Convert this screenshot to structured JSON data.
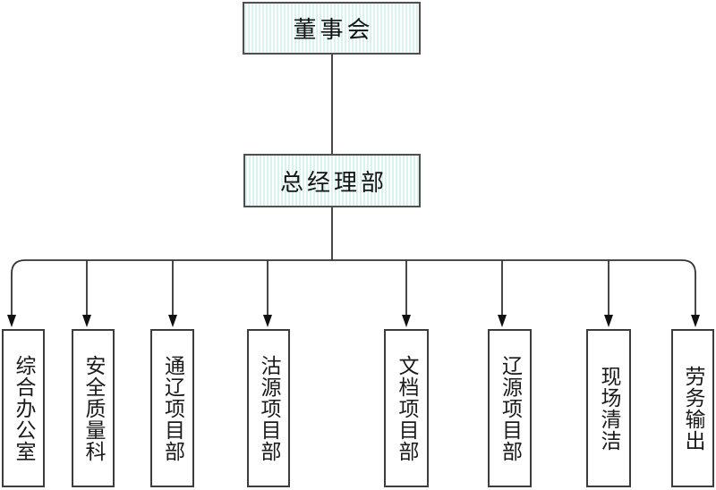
{
  "org_chart": {
    "type": "organization-chart",
    "root": {
      "label": "董事会"
    },
    "level2": {
      "label": "总经理部"
    },
    "departments": [
      {
        "label": "综合办公室"
      },
      {
        "label": "安全质量科"
      },
      {
        "label": "通辽项目部"
      },
      {
        "label": "沽源项目部"
      },
      {
        "label": "文档项目部"
      },
      {
        "label": "辽源项目部"
      },
      {
        "label": "现场清洁"
      },
      {
        "label": "劳务输出"
      }
    ]
  },
  "colors": {
    "top_box_fill_stripe": "#d9f2f0",
    "top_box_fill_base": "#fdffff",
    "box_border": "#4f4f4f",
    "dept_box_fill": "#ffffff",
    "line": "#333333",
    "arrow": "#111111",
    "text": "#1a1a1a",
    "background": "#ffffff"
  }
}
